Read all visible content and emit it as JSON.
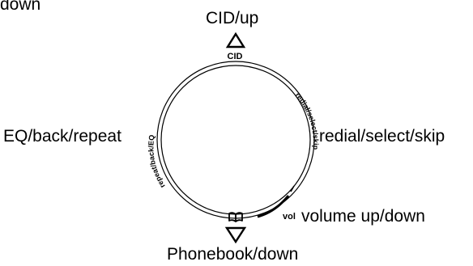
{
  "labels": {
    "top_left": "down",
    "cid_up": "CID/up",
    "eq_back_repeat": "EQ/back/repeat",
    "redial_select_skip": "redial/select/skip",
    "volume": "volume up/down",
    "phonebook_down": "Phonebook/down"
  },
  "dial": {
    "cid_tag": "CID",
    "arc_left": "repeat/back/EQ",
    "arc_right": "redial/select/skip",
    "vol_tag": "vol"
  },
  "icons": {
    "up": "up-triangle-icon",
    "down": "down-triangle-icon",
    "book": "phonebook-icon"
  }
}
